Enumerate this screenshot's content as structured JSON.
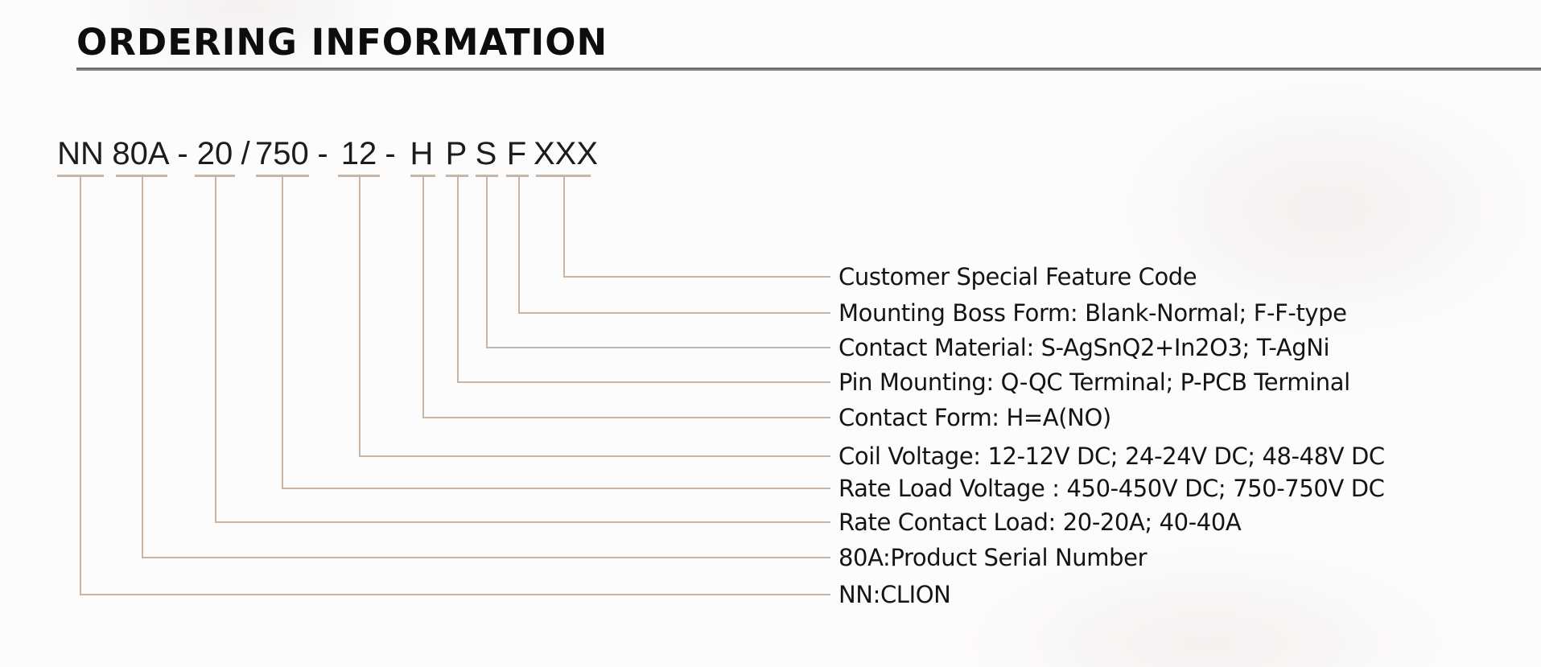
{
  "page": {
    "title": "ORDERING INFORMATION"
  },
  "part_number": {
    "segments": [
      {
        "text": "NN",
        "code": true
      },
      {
        "text": "80A",
        "code": true
      },
      {
        "text": "-",
        "code": false
      },
      {
        "text": "20",
        "code": true
      },
      {
        "text": "/",
        "code": false
      },
      {
        "text": "750",
        "code": true
      },
      {
        "text": "-",
        "code": false
      },
      {
        "text": "12",
        "code": true
      },
      {
        "text": "-",
        "code": false
      },
      {
        "text": "H",
        "code": true
      },
      {
        "text": "P",
        "code": true
      },
      {
        "text": "S",
        "code": true
      },
      {
        "text": "F",
        "code": true
      },
      {
        "text": "XXX",
        "code": true
      }
    ]
  },
  "legend": [
    {
      "code": "XXX",
      "label": "Customer Special Feature Code"
    },
    {
      "code": "F",
      "label": "Mounting Boss Form: Blank-Normal; F-F-type"
    },
    {
      "code": "S",
      "label": "Contact Material: S-AgSnQ2+In2O3; T-AgNi"
    },
    {
      "code": "P",
      "label": "Pin Mounting: Q-QC Terminal; P-PCB Terminal"
    },
    {
      "code": "H",
      "label": "Contact Form: H=A(NO)"
    },
    {
      "code": "12",
      "label": "Coil Voltage: 12-12V DC; 24-24V DC; 48-48V DC"
    },
    {
      "code": "750",
      "label": "Rate Load Voltage : 450-450V DC; 750-750V DC"
    },
    {
      "code": "20",
      "label": "Rate Contact Load: 20-20A; 40-40A"
    },
    {
      "code": "80A",
      "label": "80A:Product Serial Number"
    },
    {
      "code": "NN",
      "label": "NN:CLION"
    }
  ],
  "colors": {
    "connector": "#c9b5a4",
    "title_text": "#0d0d0d",
    "title_rule": "#7a7a7a",
    "body_text": "#141414"
  }
}
